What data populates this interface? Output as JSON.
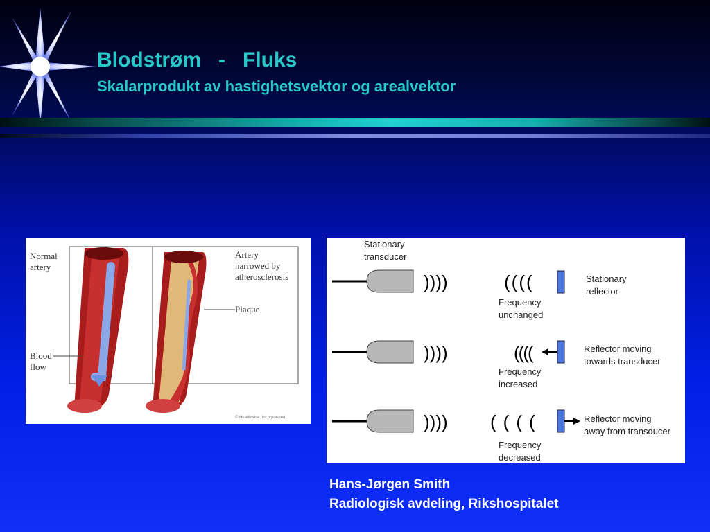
{
  "slide": {
    "title": "Blodstrøm   -   Fluks",
    "subtitle": "Skalarprodukt av hastighetsvektor og arealvektor"
  },
  "artery_figure": {
    "normal_label_line1": "Normal",
    "normal_label_line2": "artery",
    "narrowed_label_line1": "Artery",
    "narrowed_label_line2": "narrowed by",
    "narrowed_label_line3": "atherosclerosis",
    "plaque_label": "Plaque",
    "blood_label_line1": "Blood",
    "blood_label_line2": "flow",
    "copyright": "© Healthwise, Incorporated"
  },
  "doppler_figure": {
    "transducer_label_line1": "Stationary",
    "transducer_label_line2": "transducer",
    "rows": [
      {
        "freq_line1": "Frequency",
        "freq_line2": "unchanged",
        "reflector_line1": "Stationary",
        "reflector_line2": "reflector"
      },
      {
        "freq_line1": "Frequency",
        "freq_line2": "increased",
        "reflector_line1": "Reflector moving",
        "reflector_line2": "towards transducer"
      },
      {
        "freq_line1": "Frequency",
        "freq_line2": "decreased",
        "reflector_line1": "Reflector moving",
        "reflector_line2": "away from transducer"
      }
    ]
  },
  "credit": {
    "author": "Hans-Jørgen Smith",
    "affiliation": "Radiologisk avdeling, Rikshospitalet"
  },
  "colors": {
    "title": "#28c8c8",
    "reflector": "#4a78e0",
    "artery_red": "#b02020",
    "plaque": "#e0b878"
  }
}
